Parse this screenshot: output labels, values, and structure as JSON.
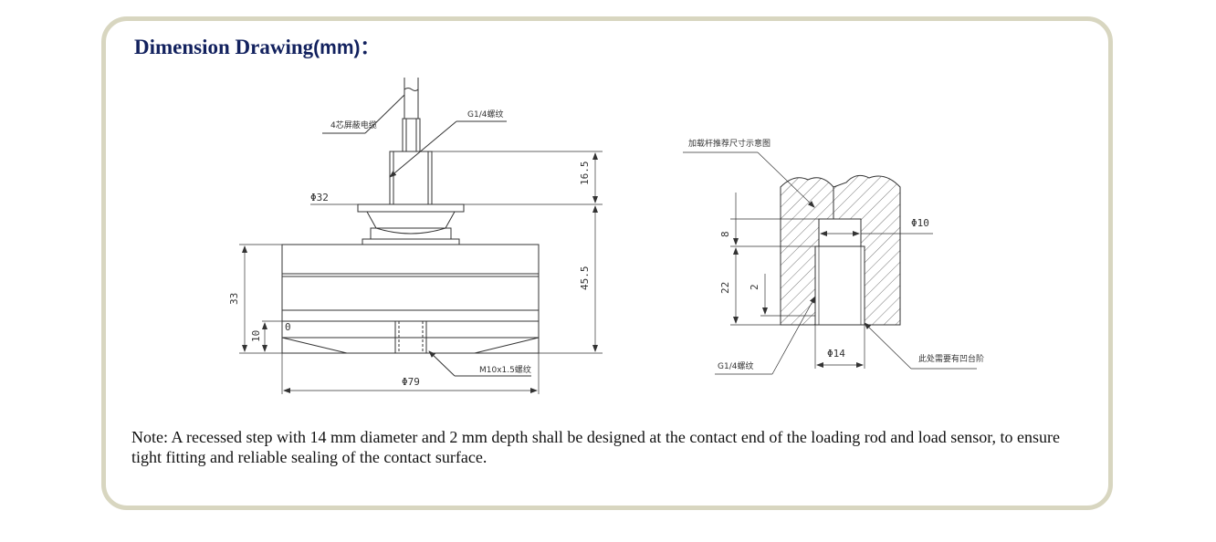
{
  "title": {
    "main": "Dimension Drawing",
    "suffix": "(mm)："
  },
  "left_drawing": {
    "cable_label": "4芯屏蔽电缆",
    "thread_top_label": "G1/4螺纹",
    "dim_dia_small": "Φ32",
    "dim_height_top": "16.5",
    "dim_height_total": "45.5",
    "dim_height_body": "33",
    "dim_height_base": "10",
    "dim_zero": "0",
    "thread_bottom_label": "M10x1.5螺纹",
    "dim_dia_large": "Φ79"
  },
  "right_drawing": {
    "rod_label": "加载杆推荐尺寸示意图",
    "dim_dia_10": "Φ10",
    "dim_8": "8",
    "dim_22": "22",
    "dim_2": "2",
    "thread_label": "G1/4螺纹",
    "dim_dia_14": "Φ14",
    "step_label": "此处需要有凹台阶"
  },
  "note": "Note: A recessed step with 14 mm diameter and 2 mm depth shall be designed at the contact end of the loading rod and load sensor, to ensure tight fitting and reliable sealing of the contact surface."
}
